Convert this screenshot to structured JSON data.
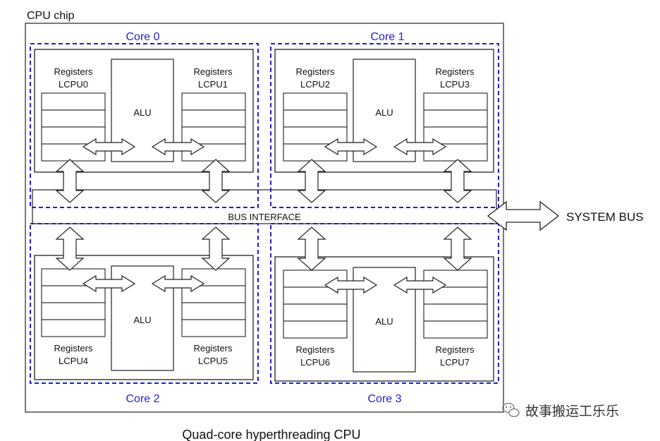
{
  "chip_label": "CPU chip",
  "cores": [
    {
      "label": "Core 0",
      "alu": "ALU",
      "reg_left": {
        "line1": "Registers",
        "line2": "LCPU0"
      },
      "reg_right": {
        "line1": "Registers",
        "line2": "LCPU1"
      }
    },
    {
      "label": "Core 1",
      "alu": "ALU",
      "reg_left": {
        "line1": "Registers",
        "line2": "LCPU2"
      },
      "reg_right": {
        "line1": "Registers",
        "line2": "LCPU3"
      }
    },
    {
      "label": "Core 2",
      "alu": "ALU",
      "reg_left": {
        "line1": "Registers",
        "line2": "LCPU4"
      },
      "reg_right": {
        "line1": "Registers",
        "line2": "LCPU5"
      }
    },
    {
      "label": "Core 3",
      "alu": "ALU",
      "reg_left": {
        "line1": "Registers",
        "line2": "LCPU6"
      },
      "reg_right": {
        "line1": "Registers",
        "line2": "LCPU7"
      }
    }
  ],
  "bus_interface": "BUS INTERFACE",
  "system_bus": "SYSTEM BUS",
  "caption": "Quad-core hyperthreading CPU",
  "watermark": "故事搬运工乐乐",
  "colors": {
    "core_border": "#1f1fd0",
    "line": "#222222"
  }
}
